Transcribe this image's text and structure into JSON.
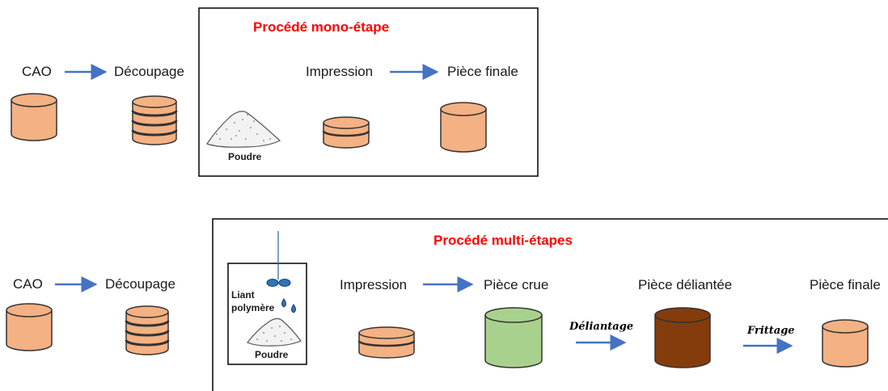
{
  "colors": {
    "cylinder_fill": "#f4b183",
    "green_fill": "#a9d18e",
    "brown_fill": "#843c0c",
    "title_red": "#ff0000",
    "arrow_blue": "#4472c4"
  },
  "top": {
    "cao": "CAO",
    "decoupage": "Découpage",
    "box_title": "Procédé mono-étape",
    "impression": "Impression",
    "piece_finale": "Pièce finale",
    "poudre": "Poudre"
  },
  "bottom": {
    "cao": "CAO",
    "decoupage": "Découpage",
    "box_title": "Procédé multi-étapes",
    "liant_line1": "Liant",
    "liant_line2": "polymère",
    "poudre": "Poudre",
    "impression": "Impression",
    "piece_crue": "Pièce crue",
    "piece_deliantee": "Pièce déliantée",
    "piece_finale": "Pièce finale",
    "deliantage": "Déliantage",
    "frittage": "Frittage"
  }
}
